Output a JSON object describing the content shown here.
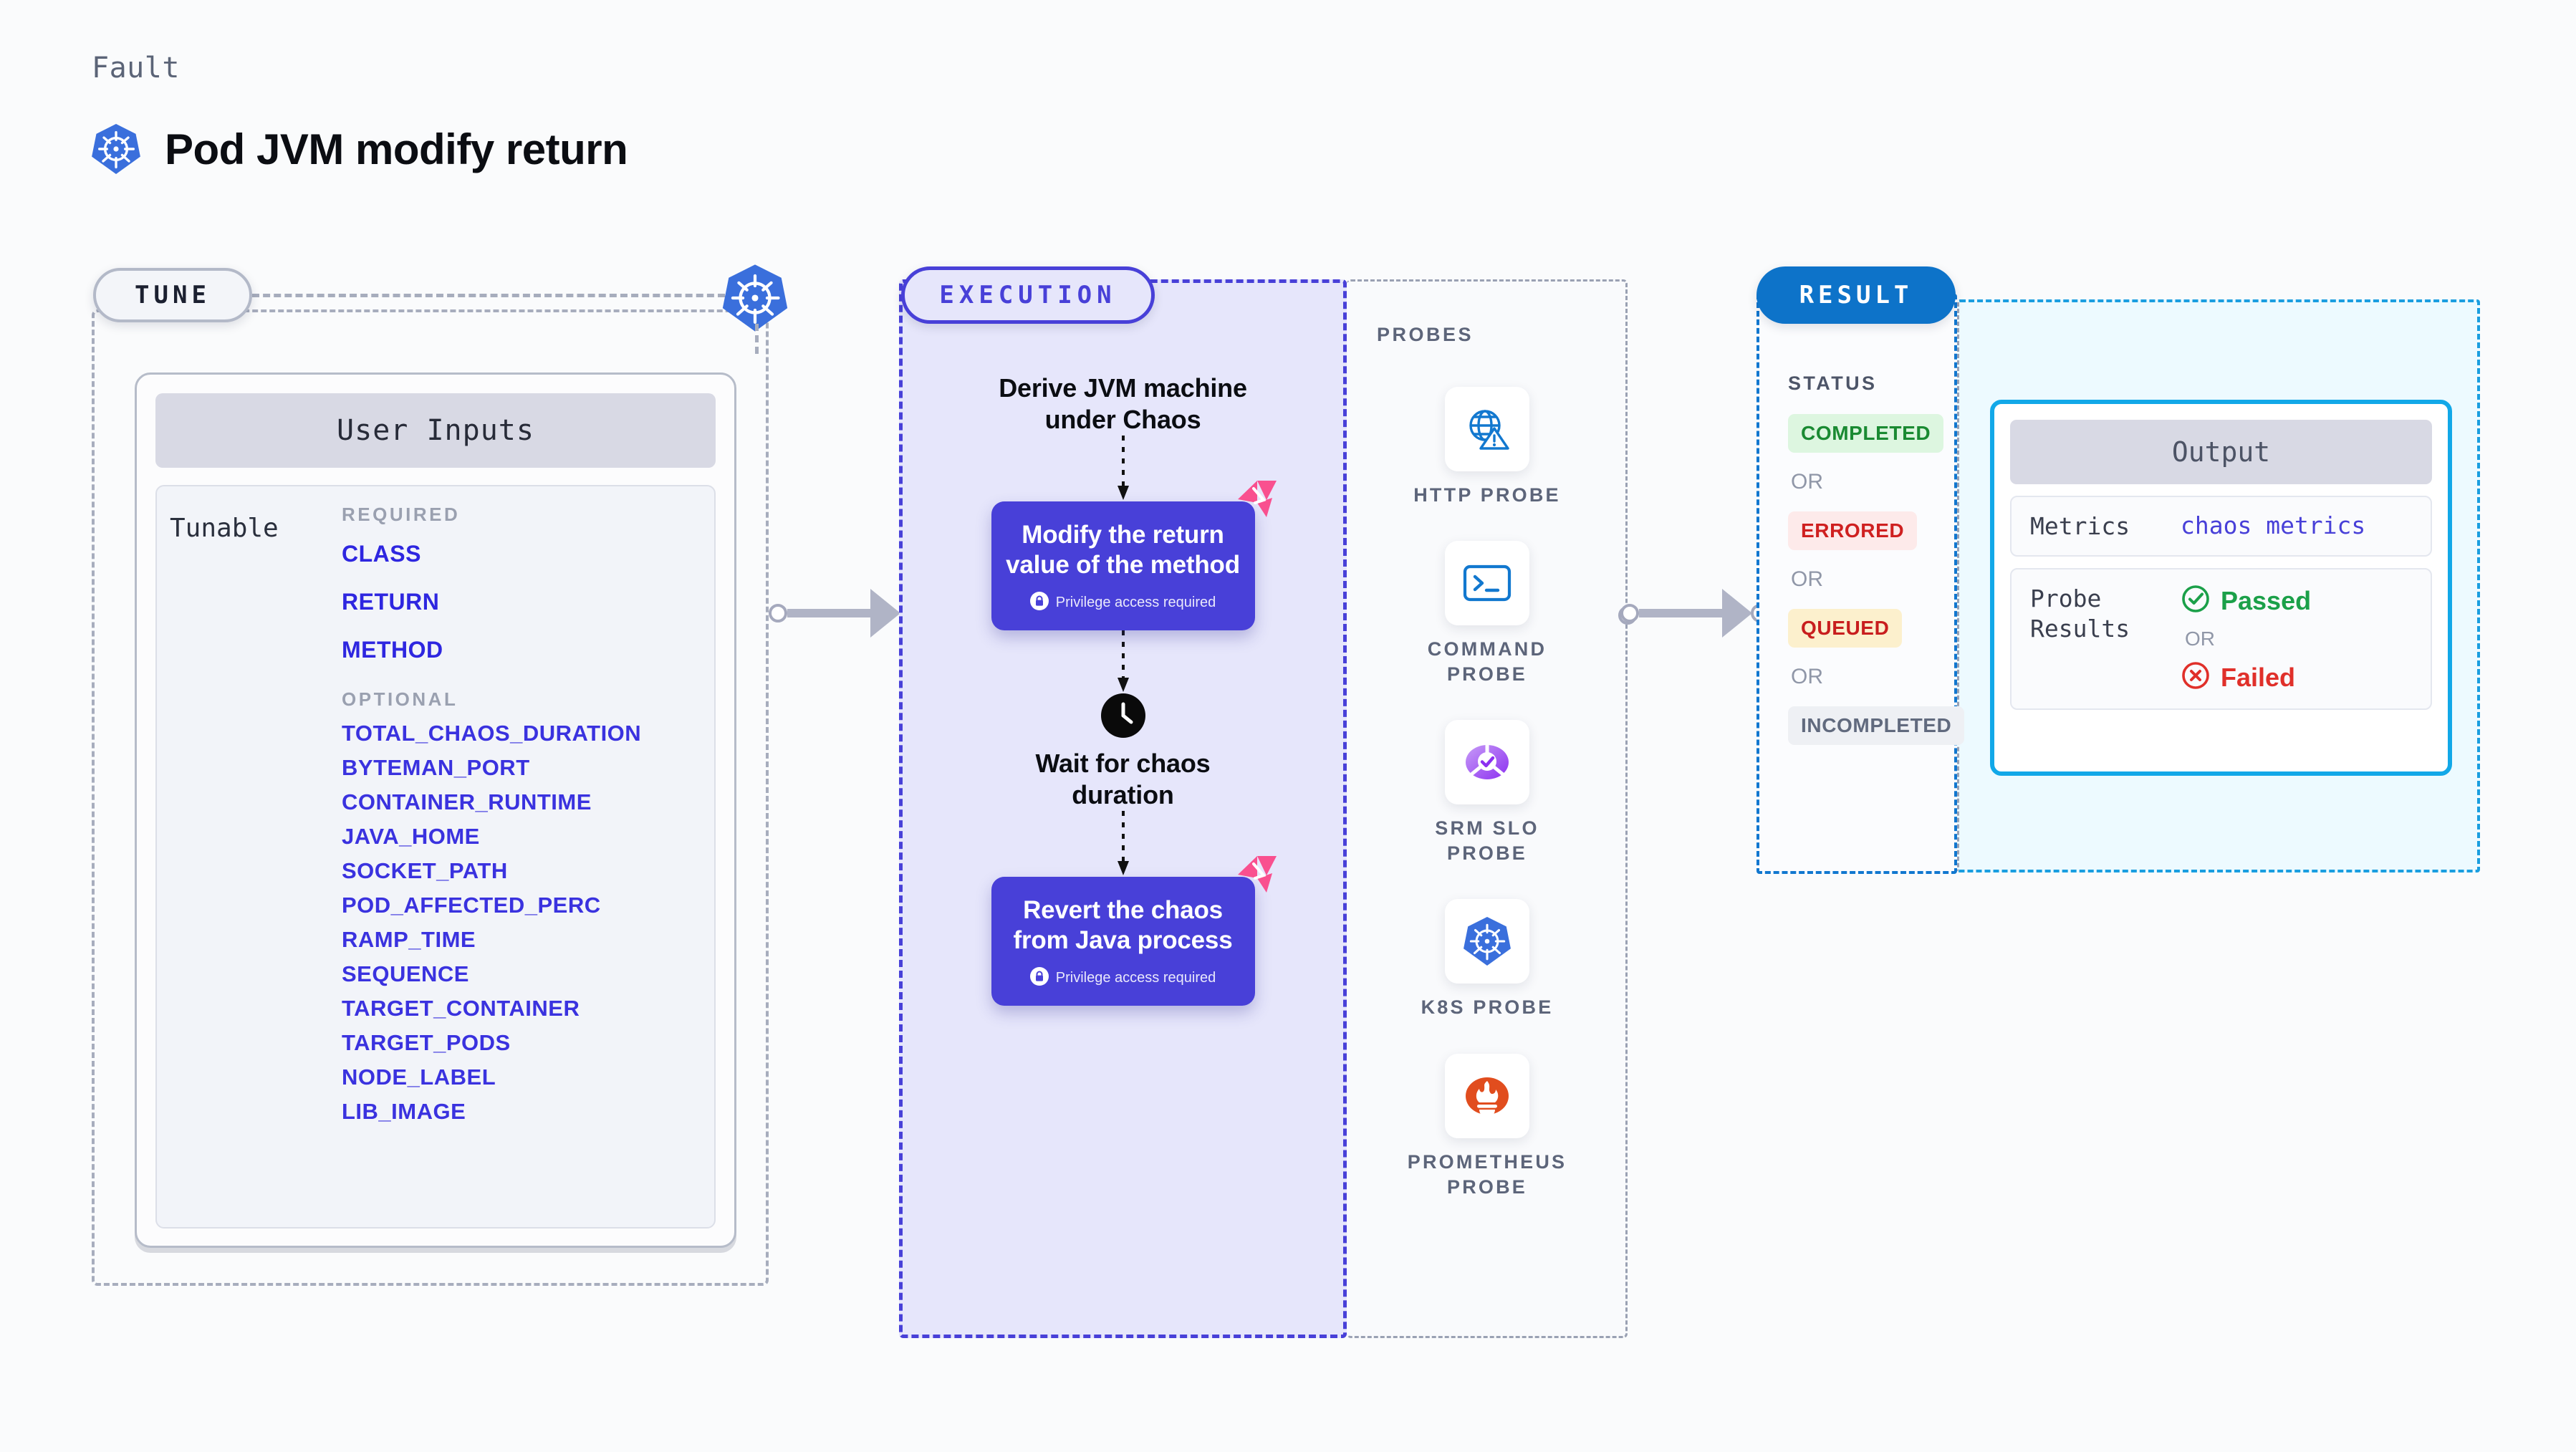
{
  "header": {
    "kicker": "Fault",
    "title": "Pod JVM modify return",
    "icon": "kubernetes-icon"
  },
  "tune": {
    "chip_label": "TUNE",
    "node_icon": "kubernetes-icon",
    "user_inputs_header": "User Inputs",
    "tunable_label": "Tunable",
    "required_label": "REQUIRED",
    "optional_label": "OPTIONAL",
    "required": [
      "CLASS",
      "RETURN",
      "METHOD"
    ],
    "optional": [
      "TOTAL_CHAOS_DURATION",
      "BYTEMAN_PORT",
      "CONTAINER_RUNTIME",
      "JAVA_HOME",
      "SOCKET_PATH",
      "POD_AFFECTED_PERC",
      "RAMP_TIME",
      "SEQUENCE",
      "TARGET_CONTAINER",
      "TARGET_PODS",
      "NODE_LABEL",
      "LIB_IMAGE"
    ]
  },
  "execution": {
    "chip_label": "EXECUTION",
    "step1_label": "Derive JVM machine\nunder Chaos",
    "card1": {
      "title": "Modify the return\nvalue of the method",
      "privilege": "Privilege access required",
      "badge_icon": "litmus-icon",
      "lock_icon": "lock-icon"
    },
    "wait_label": "Wait for chaos\nduration",
    "wait_icon": "clock-icon",
    "card2": {
      "title": "Revert the chaos\nfrom Java process",
      "privilege": "Privilege access required",
      "badge_icon": "litmus-icon",
      "lock_icon": "lock-icon"
    }
  },
  "probes": {
    "title": "PROBES",
    "items": [
      {
        "name": "HTTP  PROBE",
        "icon": "globe-warning-icon"
      },
      {
        "name": "COMMAND\nPROBE",
        "icon": "terminal-icon"
      },
      {
        "name": "SRM  SLO\nPROBE",
        "icon": "srm-slo-icon"
      },
      {
        "name": "K8S  PROBE",
        "icon": "kubernetes-icon"
      },
      {
        "name": "PROMETHEUS\nPROBE",
        "icon": "prometheus-icon"
      }
    ]
  },
  "result": {
    "chip_label": "RESULT",
    "status_label": "STATUS",
    "or_label": "OR",
    "statuses": [
      {
        "text": "COMPLETED",
        "fg": "#1a8a32",
        "bg": "#ddf6e0"
      },
      {
        "text": "ERRORED",
        "fg": "#cf2020",
        "bg": "#fdeaea"
      },
      {
        "text": "QUEUED",
        "fg": "#c81e1e",
        "bg": "#fcf0cd"
      },
      {
        "text": "INCOMPLETED",
        "fg": "#616a7e",
        "bg": "#eef0f4"
      }
    ]
  },
  "output": {
    "header": "Output",
    "metrics_key": "Metrics",
    "metrics_value": "chaos metrics",
    "probe_results_key": "Probe\nResults",
    "passed": "Passed",
    "failed": "Failed",
    "or_label": "OR",
    "passed_icon": "check-circle-icon",
    "failed_icon": "x-circle-icon"
  },
  "colors": {
    "purple": "#4840d8",
    "exec_bg": "#e6e6fb",
    "k8s_blue": "#3a6fdc",
    "result_blue": "#0d73c9",
    "output_cyan": "#12a8e8",
    "litmus_pink": "#f9508f",
    "tunable_link": "#2e26e0"
  }
}
